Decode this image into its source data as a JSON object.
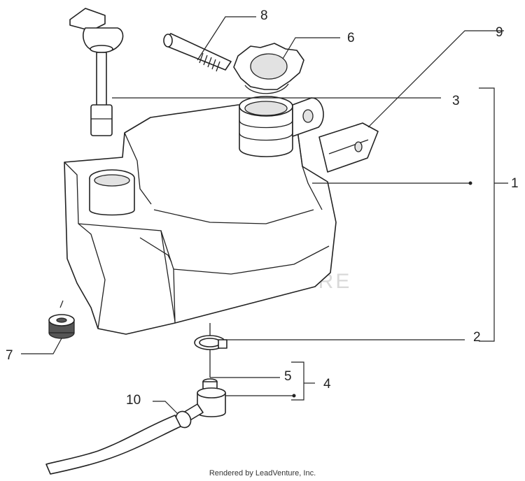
{
  "callouts": {
    "c1": "1",
    "c2": "2",
    "c3": "3",
    "c4": "4",
    "c5": "5",
    "c6": "6",
    "c7": "7",
    "c8": "8",
    "c9": "9",
    "c10": "10"
  },
  "watermark": {
    "text": "LEADVENTURE"
  },
  "footer": "Rendered by LeadVenture, Inc."
}
